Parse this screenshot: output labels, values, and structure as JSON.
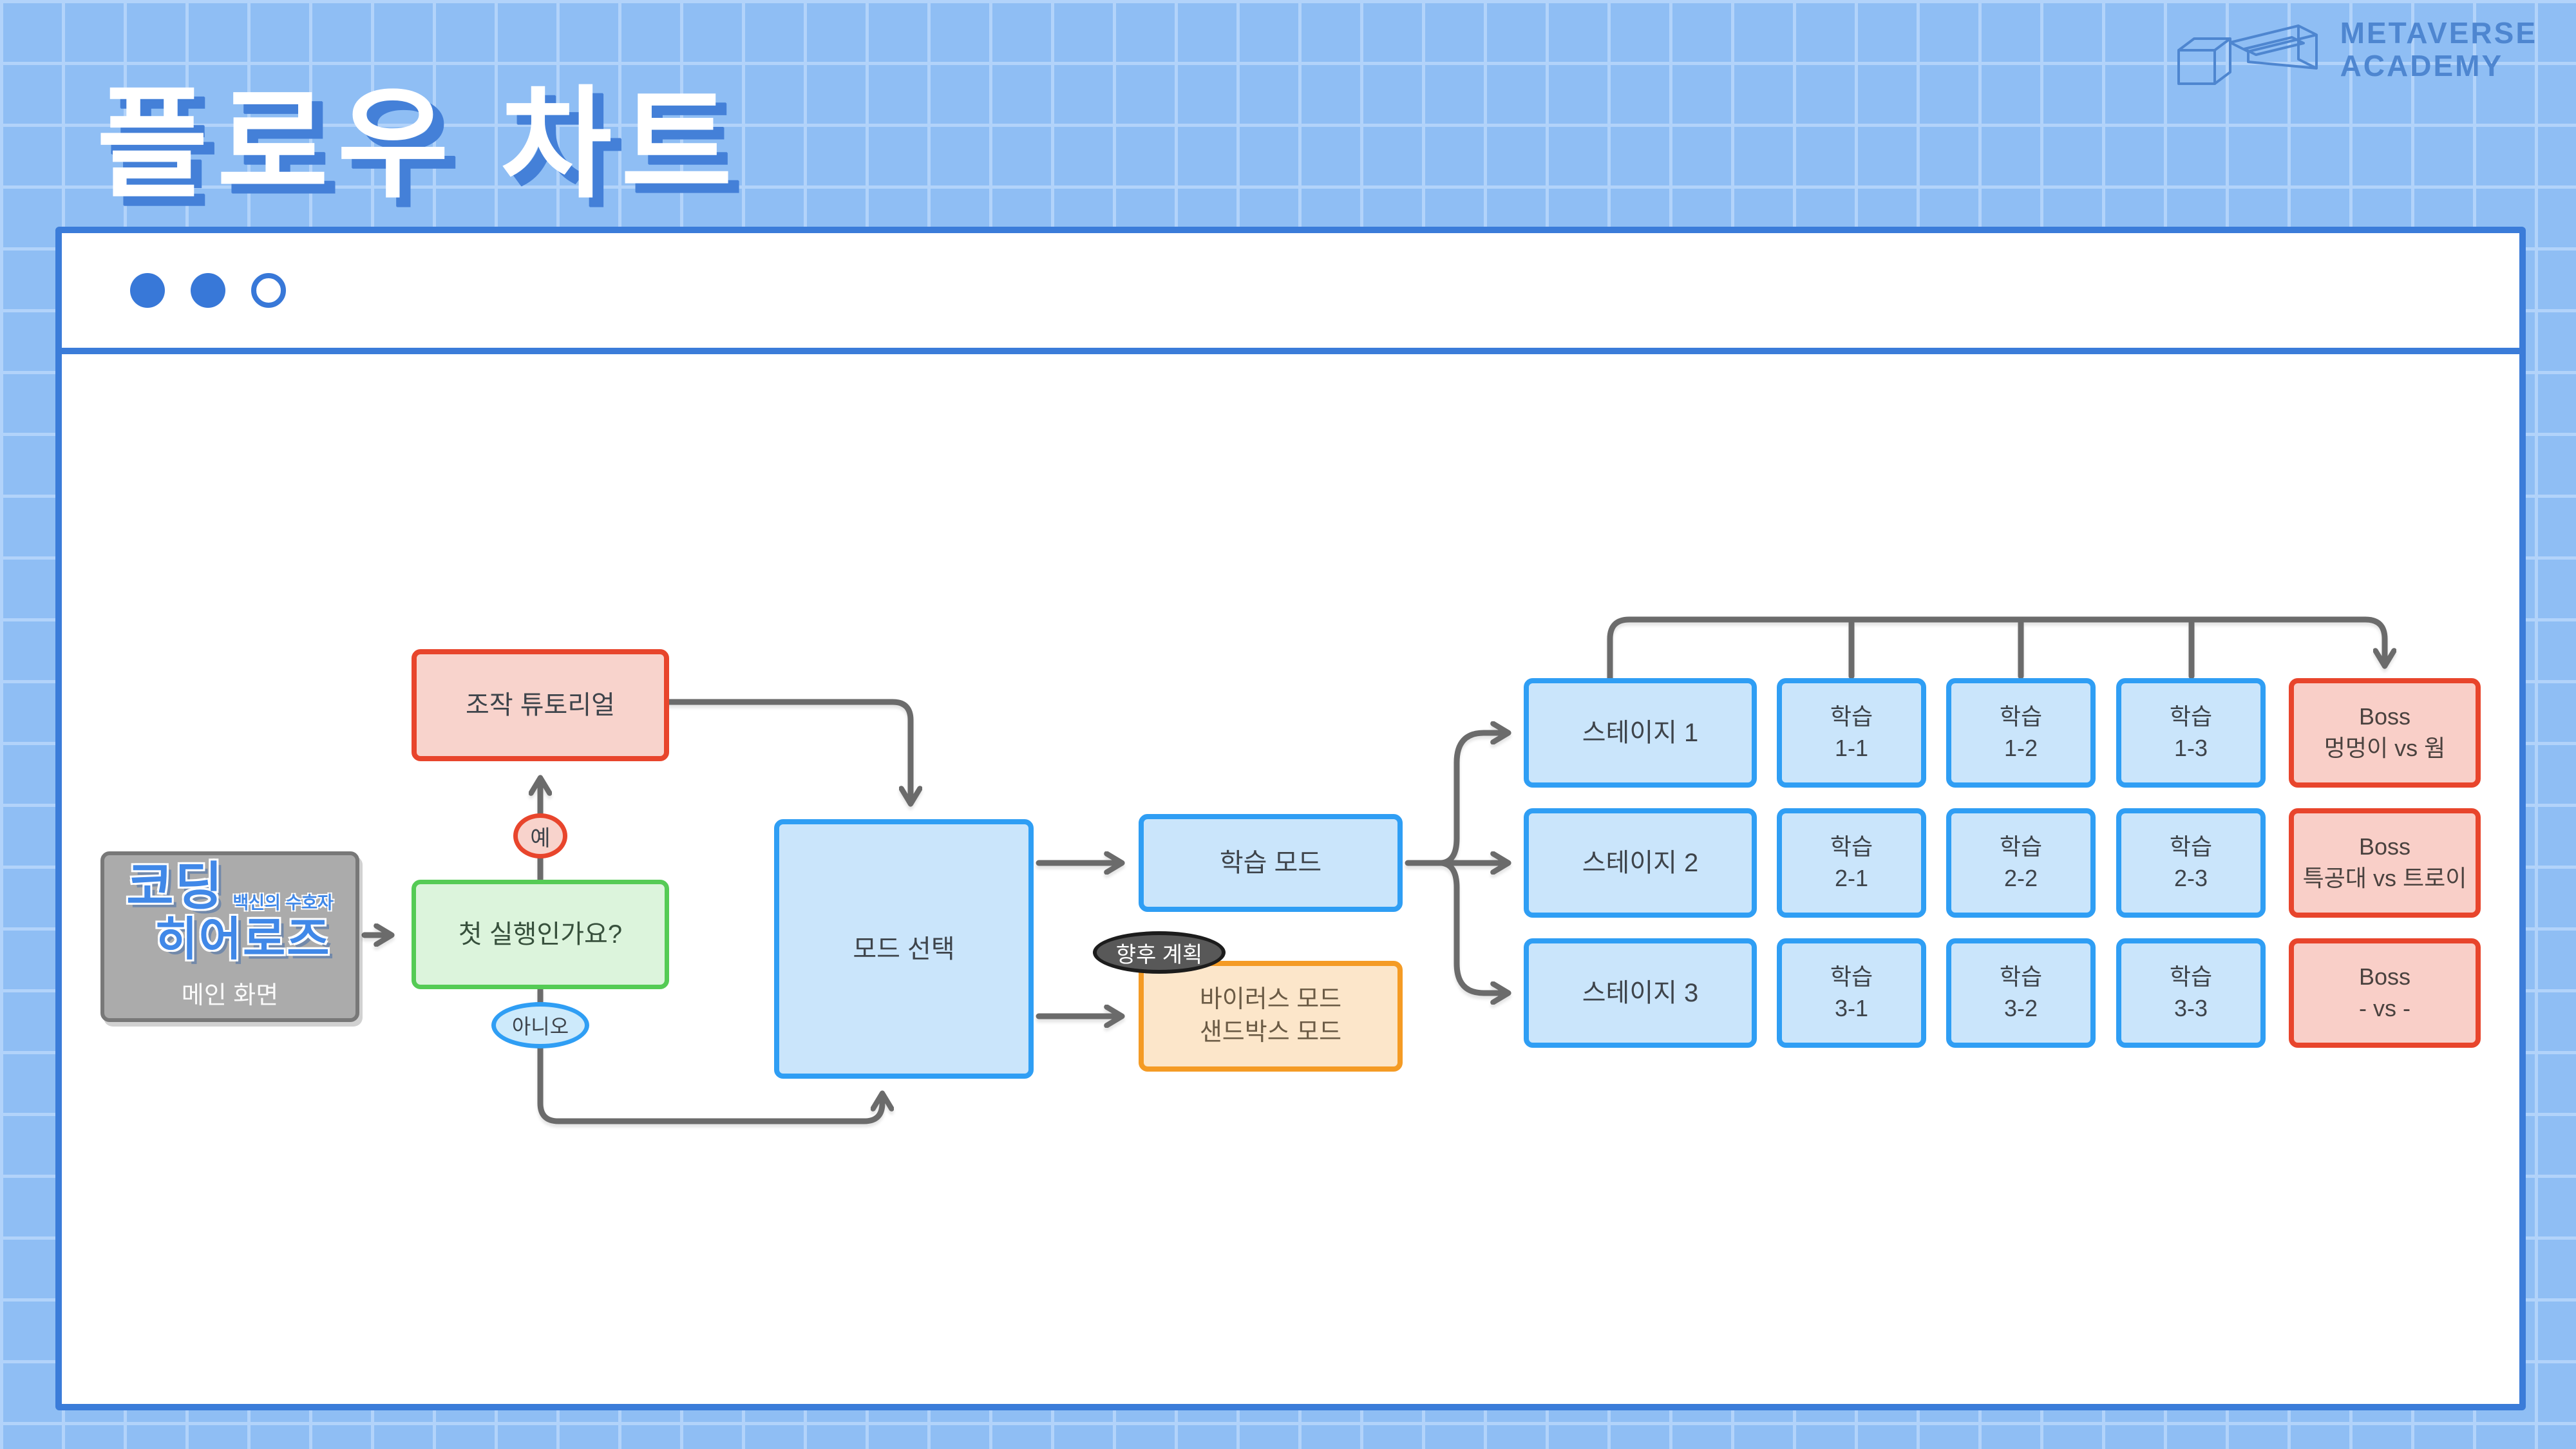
{
  "header": {
    "title": "플로우 차트"
  },
  "brand": {
    "line1": "METAVERSE",
    "line2": "ACADEMY"
  },
  "flow": {
    "main_screen": {
      "logo_line1": "코딩",
      "logo_sub": "백신의 수호자",
      "logo_line2": "히어로즈",
      "label": "메인 화면"
    },
    "first_run": {
      "label": "첫 실행인가요?"
    },
    "yes": {
      "label": "예"
    },
    "no": {
      "label": "아니오"
    },
    "tutorial": {
      "label": "조작 튜토리얼"
    },
    "mode_select": {
      "label": "모드 선택"
    },
    "learning_mode": {
      "label": "학습 모드"
    },
    "future_plan": {
      "label": "향후 계획"
    },
    "future_modes": {
      "line1": "바이러스 모드",
      "line2": "샌드박스 모드"
    },
    "stages": [
      {
        "label": "스테이지 1"
      },
      {
        "label": "스테이지 2"
      },
      {
        "label": "스테이지 3"
      }
    ],
    "lessons": [
      {
        "line1": "학습",
        "line2": "1-1"
      },
      {
        "line1": "학습",
        "line2": "1-2"
      },
      {
        "line1": "학습",
        "line2": "1-3"
      },
      {
        "line1": "학습",
        "line2": "2-1"
      },
      {
        "line1": "학습",
        "line2": "2-2"
      },
      {
        "line1": "학습",
        "line2": "2-3"
      },
      {
        "line1": "학습",
        "line2": "3-1"
      },
      {
        "line1": "학습",
        "line2": "3-2"
      },
      {
        "line1": "학습",
        "line2": "3-3"
      }
    ],
    "bosses": [
      {
        "line1": "Boss",
        "line2": "멍멍이 vs 웜"
      },
      {
        "line1": "Boss",
        "line2": "특공대 vs 트로이"
      },
      {
        "line1": "Boss",
        "line2": "- vs -"
      }
    ]
  },
  "colors": {
    "background": "#8fbef4",
    "grid_line": "#b2d3fa",
    "window_border": "#3b7cd9",
    "node_blue_border": "#2f9ef4",
    "node_blue_fill": "#cae5fb",
    "node_green_border": "#55cb55",
    "node_red_border": "#e8452c",
    "node_orange_border": "#f49b25",
    "badge_fill": "#585858",
    "connector": "#6b6b6b",
    "title_shadow": "#4480d8"
  }
}
